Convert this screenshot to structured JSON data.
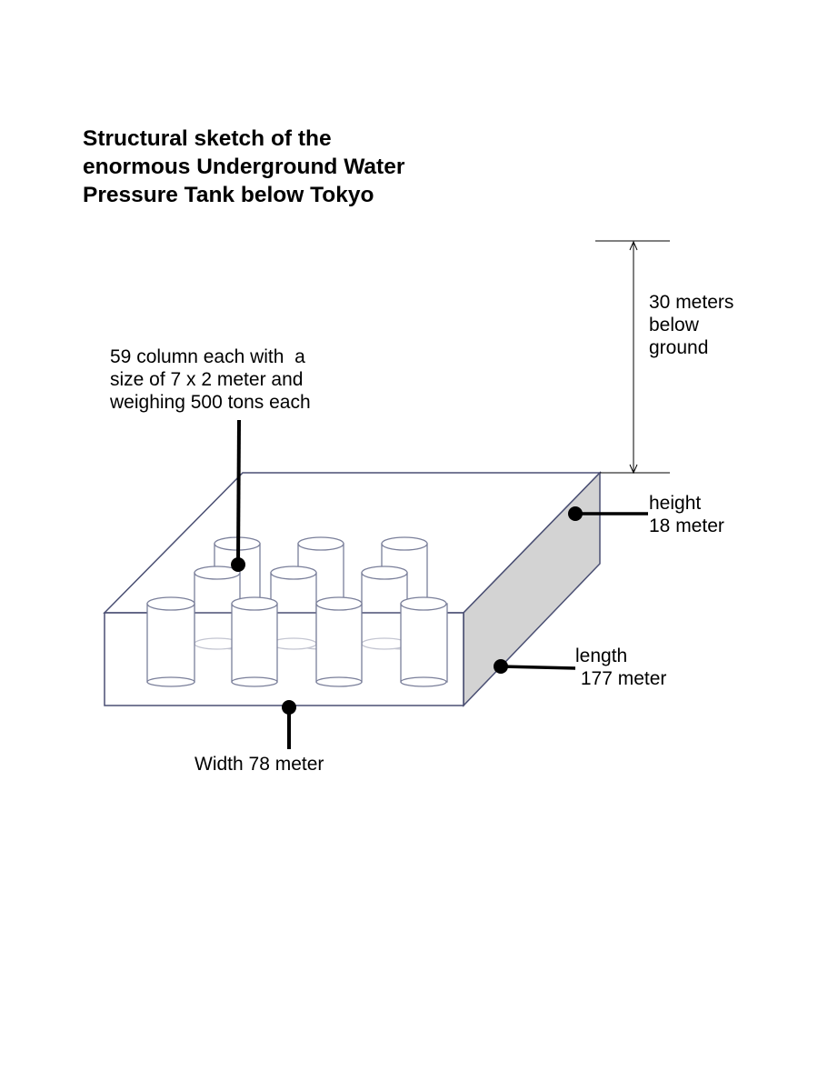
{
  "title_lines": [
    "Structural sketch of the",
    "enormous Underground Water",
    "Pressure Tank below Tokyo"
  ],
  "labels": {
    "depth": [
      "30 meters",
      "below",
      "ground"
    ],
    "columns": [
      "59 column each with  a",
      "size of 7 x 2 meter and",
      "weighing 500 tons each"
    ],
    "height": [
      "height",
      "18 meter"
    ],
    "length": [
      "length",
      " 177 meter"
    ],
    "width": "Width 78 meter"
  },
  "colors": {
    "outline": "#4a4f73",
    "side_fill": "#d3d3d3",
    "column_outline": "#7a7f9a",
    "leader": "#000000"
  }
}
